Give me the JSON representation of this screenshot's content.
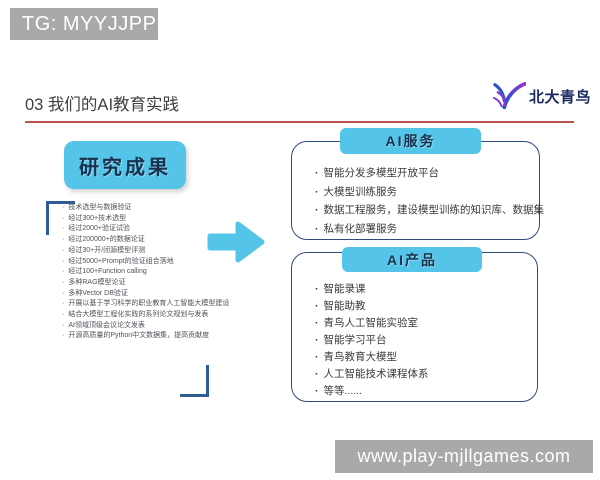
{
  "watermark_top": {
    "text": "TG: MYYJJPP"
  },
  "header": {
    "title": "03 我们的AI教育实践",
    "logo_text": "北大青鸟"
  },
  "left_panel": {
    "label": "研究成果",
    "items": [
      "技术选型与数据验证",
      "经过300+技术选型",
      "经过2000+验证试验",
      "经过200000+的数据论证",
      "经过30+开/闭源模型评测",
      "经过5000+Prompt的验证组合落地",
      "经过100+Function calling",
      "多种RAG模型论证",
      "多种Vector DB验证",
      "开展以基于学习科学的职业教育人工智能大模型建设",
      "结合大模型工程化实践的系列论文规划与发表",
      "AI领域顶级会议论文发表",
      "开源高质量的Python中文数据集，提高贡献度"
    ]
  },
  "service_box": {
    "title": "AI服务",
    "items": [
      "智能分发多模型开放平台",
      "大模型训练服务",
      "数据工程服务，建设模型训练的知识库、数据集",
      "私有化部署服务"
    ]
  },
  "product_box": {
    "title": "AI产品",
    "items": [
      "智能录课",
      "智能助教",
      "青鸟人工智能实验室",
      "智能学习平台",
      "青鸟教育大模型",
      "人工智能技术课程体系",
      "等等......"
    ]
  },
  "watermark_bottom": {
    "text": "www.play-mjllgames.com"
  },
  "icons": {
    "logo_icon": "qingniao-bird-swoosh",
    "flow_arrow": "right-arrow"
  },
  "colors": {
    "accent_blue": "#54c4e8",
    "border_navy": "#2e4d7b",
    "bracket_blue": "#2f5d96",
    "divider_red": "#bb5552",
    "banner_gray": "#a9a9a9",
    "logo_navy": "#1b2a63"
  }
}
